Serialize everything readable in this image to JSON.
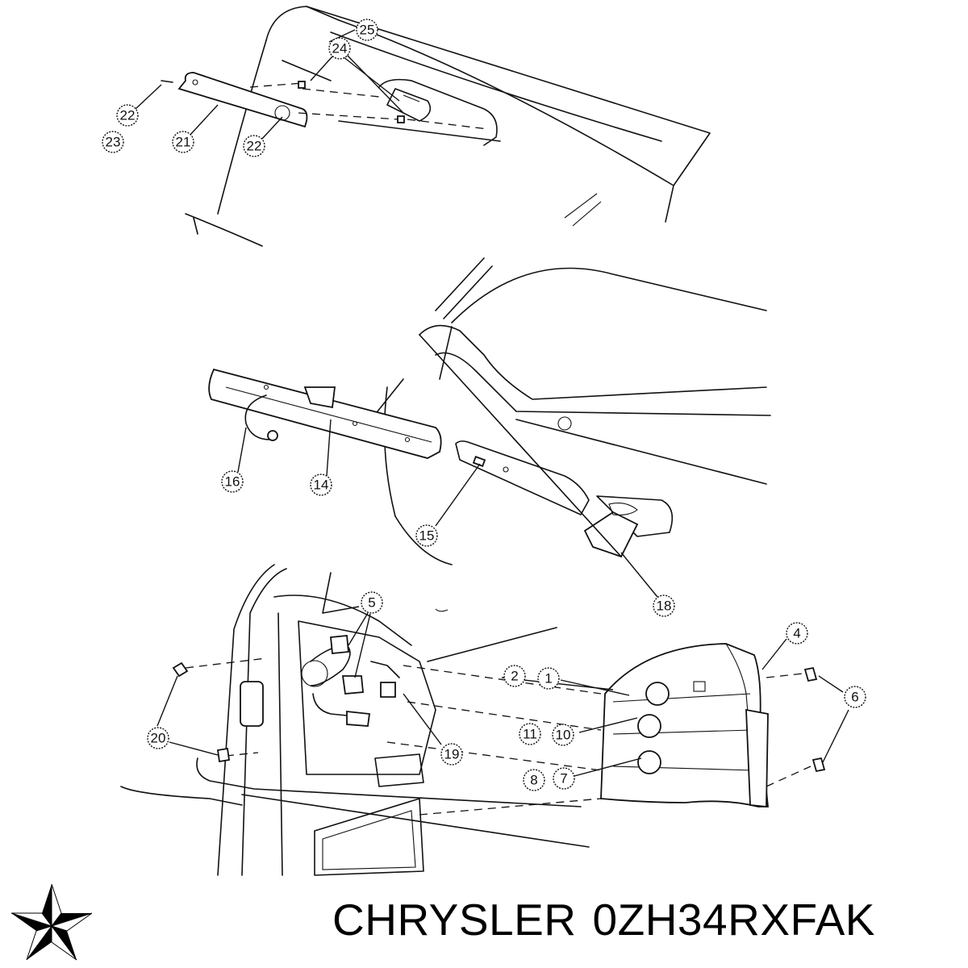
{
  "diagram": {
    "callouts": {
      "c1": "1",
      "c2": "2",
      "c4": "4",
      "c5": "5",
      "c6": "6",
      "c7": "7",
      "c8": "8",
      "c10": "10",
      "c11": "11",
      "c14": "14",
      "c15": "15",
      "c16": "16",
      "c18": "18",
      "c19": "19",
      "c20": "20",
      "c21": "21",
      "c22a": "22",
      "c22b": "22",
      "c23": "23",
      "c24": "24",
      "c25": "25"
    }
  },
  "footer": {
    "brand": "CHRYSLER",
    "part_number": "0ZH34RXFAK",
    "logo_icon": "chrysler-pentastar-icon"
  }
}
